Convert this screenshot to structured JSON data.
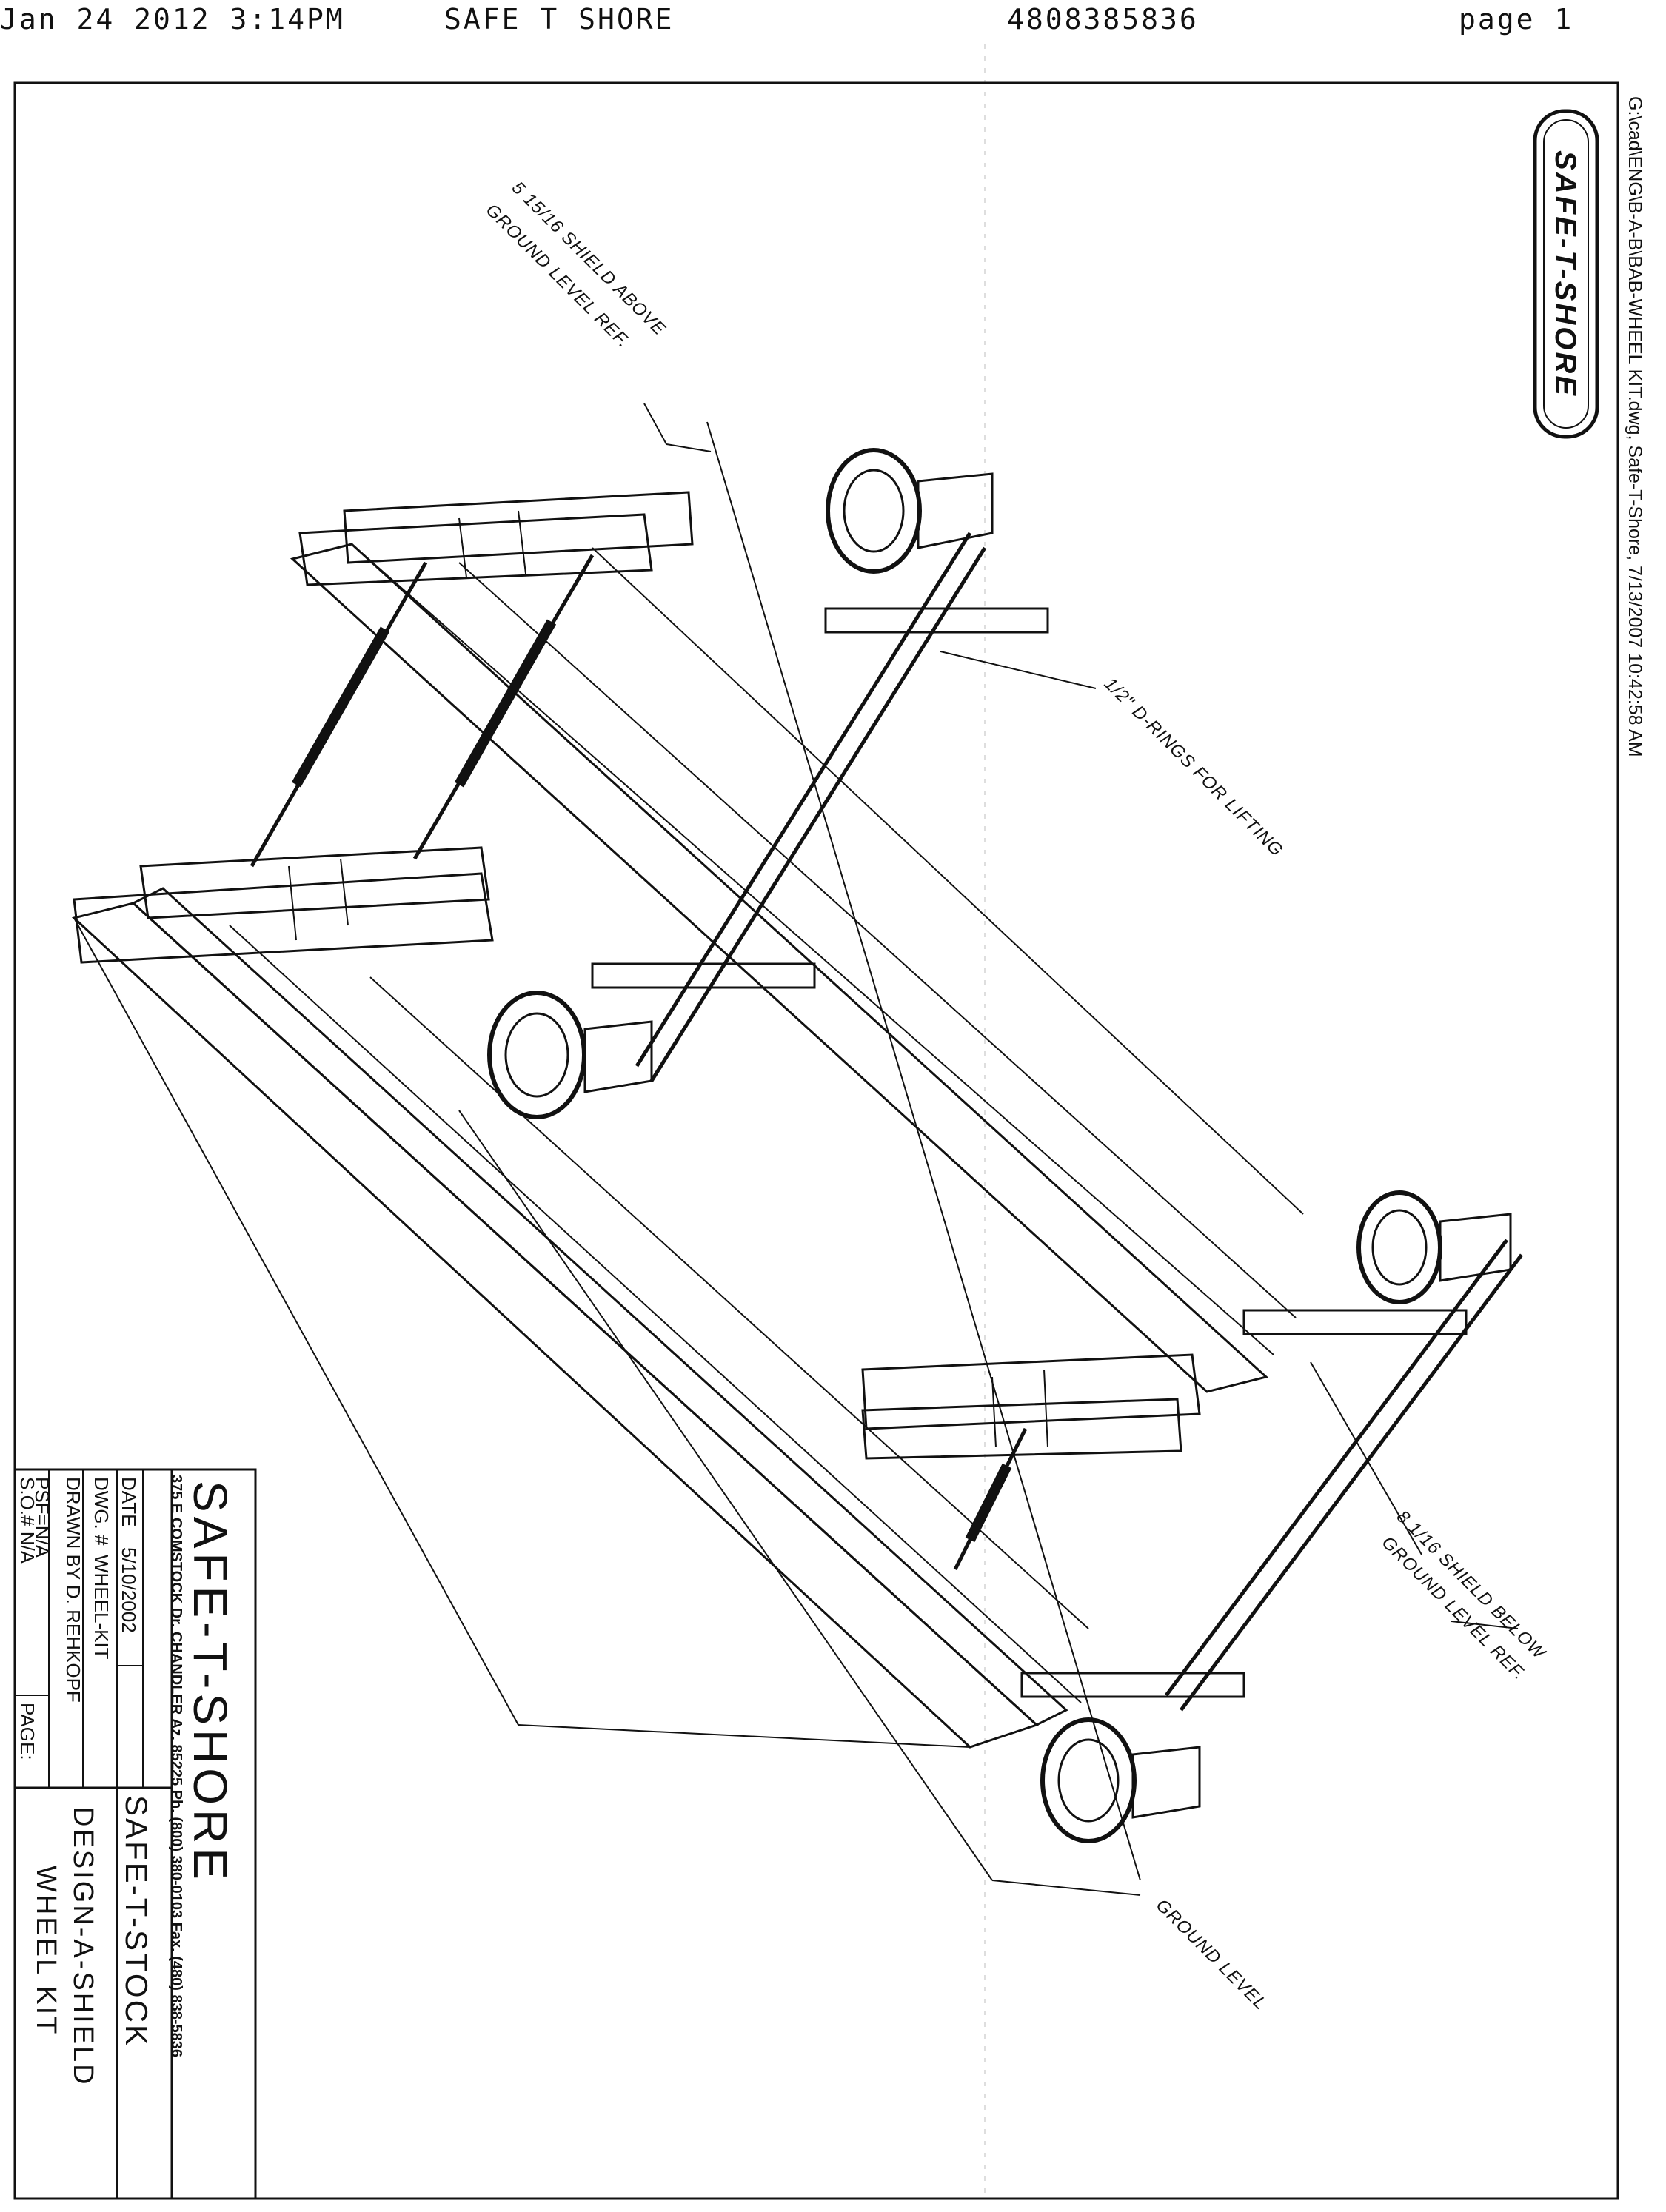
{
  "fax_header": {
    "date": "Jan 24 2012 3:14PM",
    "sender": "SAFE T SHORE",
    "phone": "4808385836",
    "page": "page 1"
  },
  "file_path": "G:\\cad\\ENG\\B-A-B\\BAB-WHEEL KIT.dwg, Safe-T-Shore, 7/13/2007 10:42:58 AM",
  "logo_text": "SAFE-T-SHORE",
  "callouts": {
    "shield_above_1": "5 15/16 SHIELD ABOVE",
    "shield_above_2": "GROUND LEVEL REF.",
    "d_rings": "1/2\" D-RINGS FOR LIFTING",
    "shield_below_1": "8 1/16 SHIELD BELOW",
    "shield_below_2": "GROUND LEVEL REF.",
    "ground_level": "GROUND LEVEL"
  },
  "title_block": {
    "company": "SAFE-T-SHORE",
    "address": "375 E COMSTOCK Dr. CHANDLER Az. 85225 Ph. (800) 380-0103 Fax. (480) 838-5836",
    "date_label": "DATE",
    "date_value": "5/10/2002",
    "dwg_label": "DWG. #",
    "dwg_value": "WHEEL-KIT",
    "drawn_by": "DRAWN BY D. REHKOPF",
    "psf": "PSF=N/A",
    "so": "S.O.# N/A",
    "page_label": "PAGE:",
    "stock": "SAFE-T-STOCK",
    "product_1": "DESIGN-A-SHIELD",
    "product_2": "WHEEL KIT"
  }
}
